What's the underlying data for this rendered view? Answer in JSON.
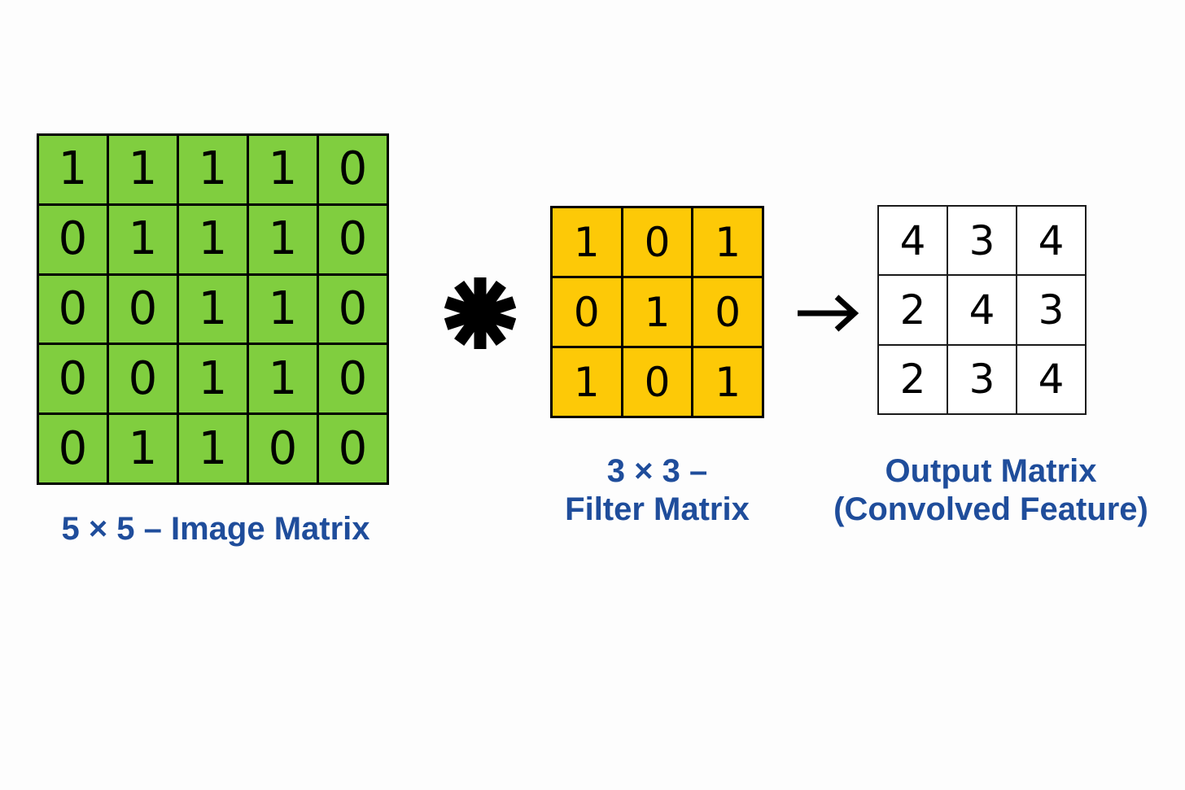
{
  "background_color": "#fdfdfd",
  "accent_color": "#1f4d9b",
  "image_matrix": {
    "caption_lines": [
      "5 × 5 – Image Matrix"
    ],
    "fill_color": "#80ce3f",
    "border_color": "#000000",
    "text_color": "#000000",
    "rows": 5,
    "cols": 5,
    "values": [
      [
        1,
        1,
        1,
        1,
        0
      ],
      [
        0,
        1,
        1,
        1,
        0
      ],
      [
        0,
        0,
        1,
        1,
        0
      ],
      [
        0,
        0,
        1,
        1,
        0
      ],
      [
        0,
        1,
        1,
        0,
        0
      ]
    ]
  },
  "filter_matrix": {
    "caption_lines": [
      "3 × 3 –",
      "Filter Matrix"
    ],
    "fill_color": "#fdc907",
    "border_color": "#000000",
    "text_color": "#000000",
    "rows": 3,
    "cols": 3,
    "values": [
      [
        1,
        0,
        1
      ],
      [
        0,
        1,
        0
      ],
      [
        1,
        0,
        1
      ]
    ]
  },
  "output_matrix": {
    "caption_lines": [
      "Output Matrix",
      "(Convolved Feature)"
    ],
    "fill_color": "#ffffff",
    "border_color": "#1a1a1a",
    "text_color": "#000000",
    "rows": 3,
    "cols": 3,
    "values": [
      [
        4,
        3,
        4
      ],
      [
        2,
        4,
        3
      ],
      [
        2,
        3,
        4
      ]
    ]
  },
  "operators": {
    "convolution": {
      "glyph": "✱",
      "name": "asterisk-operator",
      "color": "#000000"
    },
    "result": {
      "glyph": "→",
      "name": "right-arrow",
      "color": "#000000"
    }
  }
}
